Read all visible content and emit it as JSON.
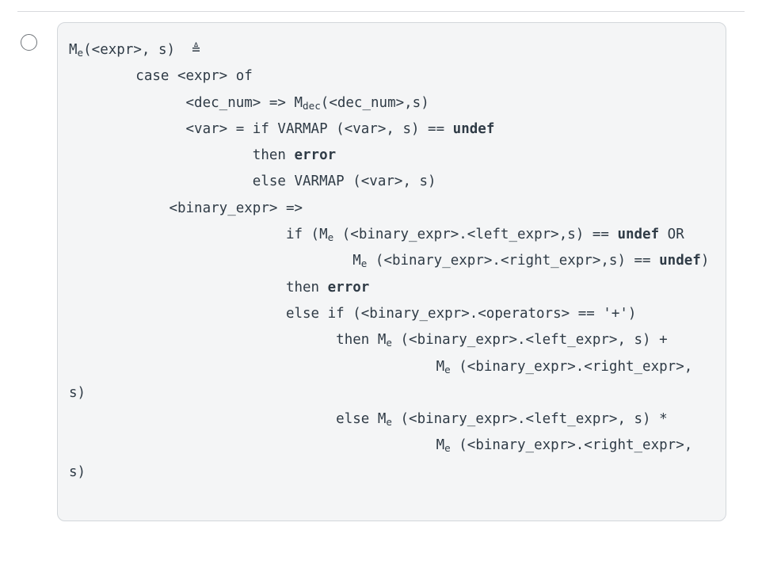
{
  "option": {
    "radio_name": "radio-unselected",
    "selected": false
  },
  "code": {
    "lines": [
      {
        "indent": 0,
        "parts": [
          {
            "t": "M",
            "s": "e"
          },
          {
            "t": "(<expr>, s)  ≜"
          }
        ]
      },
      {
        "indent": 4,
        "parts": [
          {
            "t": "case <expr> of"
          }
        ]
      },
      {
        "indent": 7,
        "parts": [
          {
            "t": "<dec_num> => M",
            "s": "dec"
          },
          {
            "t": "(<dec_num>,s)"
          }
        ]
      },
      {
        "indent": 7,
        "parts": [
          {
            "t": "<var> = if VARMAP (<var>, s) == "
          },
          {
            "t": "undef",
            "b": true
          }
        ]
      },
      {
        "indent": 11,
        "parts": [
          {
            "t": "then "
          },
          {
            "t": "error",
            "b": true
          }
        ]
      },
      {
        "indent": 11,
        "parts": [
          {
            "t": "else VARMAP (<var>, s)"
          }
        ]
      },
      {
        "indent": 6,
        "parts": [
          {
            "t": "<binary_expr> =>"
          }
        ]
      },
      {
        "indent": 13,
        "parts": [
          {
            "t": "if (M",
            "s": "e"
          },
          {
            "t": " (<binary_expr>.<left_expr>,s) == "
          },
          {
            "t": "undef",
            "b": true
          },
          {
            "t": " OR"
          }
        ]
      },
      {
        "indent": 17,
        "parts": [
          {
            "t": "M",
            "s": "e"
          },
          {
            "t": " (<binary_expr>.<right_expr>,s) == "
          },
          {
            "t": "undef",
            "b": true
          },
          {
            "t": ")"
          }
        ]
      },
      {
        "indent": 13,
        "parts": [
          {
            "t": "then "
          },
          {
            "t": "error",
            "b": true
          }
        ]
      },
      {
        "indent": 13,
        "parts": [
          {
            "t": "else if (<binary_expr>.<operators> == '+')"
          }
        ]
      },
      {
        "indent": 16,
        "parts": [
          {
            "t": "then M",
            "s": "e"
          },
          {
            "t": " (<binary_expr>.<left_expr>, s) +"
          }
        ]
      },
      {
        "indent": 22,
        "parts": [
          {
            "t": "M",
            "s": "e"
          },
          {
            "t": " (<binary_expr>.<right_expr>, s)"
          }
        ]
      },
      {
        "indent": 16,
        "parts": [
          {
            "t": "else M",
            "s": "e"
          },
          {
            "t": " (<binary_expr>.<left_expr>, s) *"
          }
        ]
      },
      {
        "indent": 22,
        "parts": [
          {
            "t": "M",
            "s": "e"
          },
          {
            "t": " (<binary_expr>.<right_expr>, s)"
          }
        ]
      }
    ],
    "plain_text": "Me(<expr>, s)  ≜\n    case <expr> of\n       <dec_num> => Mdec(<dec_num>,s)\n       <var> = if VARMAP (<var>, s) == undef\n           then error\n           else VARMAP (<var>, s)\n      <binary_expr> =>\n             if (Me (<binary_expr>.<left_expr>,s) == undef OR\n                 Me (<binary_expr>.<right_expr>,s) == undef)\n             then error\n             else if (<binary_expr>.<operators> == '+')\n                then Me (<binary_expr>.<left_expr>, s) +\n                      Me (<binary_expr>.<right_expr>, s)\n                else Me (<binary_expr>.<left_expr>, s) *\n                      Me (<binary_expr>.<right_expr>, s)"
  },
  "colors": {
    "page_background": "#ffffff",
    "card_background": "#f4f5f6",
    "card_border": "#d3d7db",
    "divider": "#d8dadd",
    "text": "#2f3b46",
    "radio_border": "#70757a"
  }
}
